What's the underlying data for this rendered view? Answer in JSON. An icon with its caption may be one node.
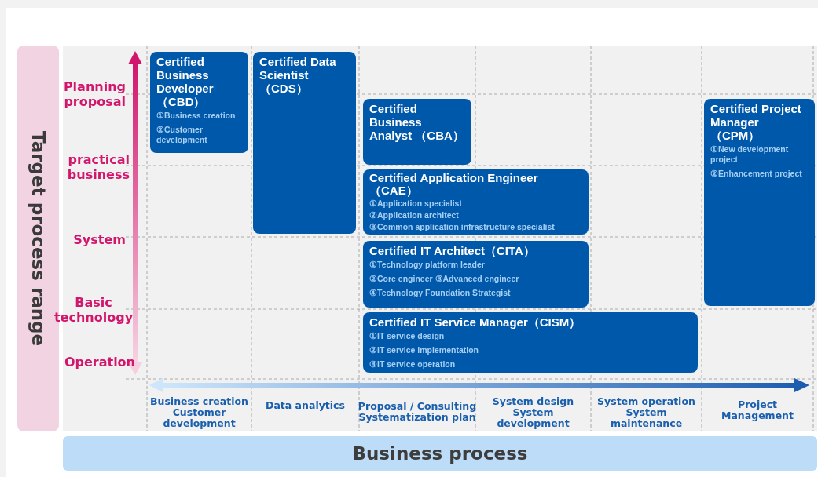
{
  "diagram": {
    "nodes": [
      {
        "text": [
          "Target process range"
        ]
      },
      {
        "text": [
          "Certified Business Developer （CBD）",
          "①Business creation",
          "②Customer development"
        ]
      },
      {
        "text": [
          "Certified Data Scientist （CDS）"
        ]
      },
      {
        "text": [
          "Certified Business Analyst （CBA）"
        ]
      },
      {
        "text": [
          "Certified Project Manager （CPM）",
          "①New development project",
          "②Enhancement project"
        ]
      },
      {
        "text": [
          "Certified Application Engineer （CAE）",
          "①Application specialist",
          "②Application architect",
          "③Common application infrastructure specialist"
        ]
      },
      {
        "text": [
          "Certified IT Architect（CITA）",
          "①Technology platform leader",
          "②Core engineer ③Advanced engineer",
          "④Technology Foundation Strategist"
        ]
      },
      {
        "text": [
          "Certified IT Service Manager（CISM）",
          "①IT service design",
          "②IT service implementation",
          "③IT service operation"
        ]
      },
      {
        "text": [
          "Business process"
        ]
      }
    ],
    "labels": [
      "Planning proposal",
      "practical business",
      "System",
      "Basic technology",
      "Operation",
      "Business creation Customer development",
      "Data analytics",
      "Proposal / Consulting Systematization plan",
      "System design System development",
      "System operation System maintenance",
      "Project Management"
    ]
  }
}
